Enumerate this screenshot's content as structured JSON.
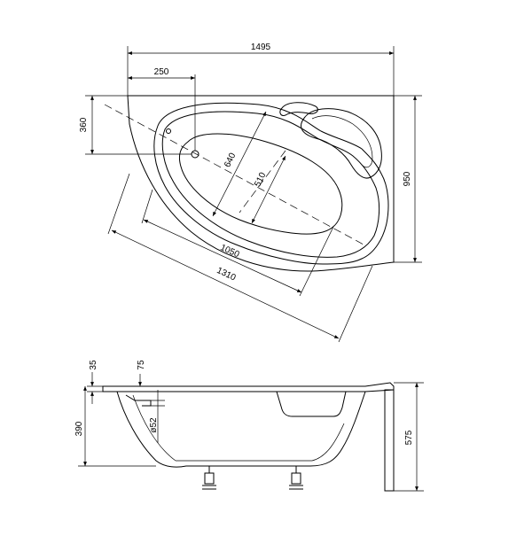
{
  "top_view": {
    "dims": {
      "overall_width": "1495",
      "drain_offset": "250",
      "left_end_depth": "360",
      "overall_depth": "950",
      "inner_width": "640",
      "bottom_width": "510",
      "inner_length": "1050",
      "outer_length": "1310"
    }
  },
  "side_view": {
    "dims": {
      "rim_thickness": "35",
      "drain_spacing": "75",
      "drain_diameter": "ø52",
      "bath_depth": "390",
      "total_height": "575"
    }
  }
}
